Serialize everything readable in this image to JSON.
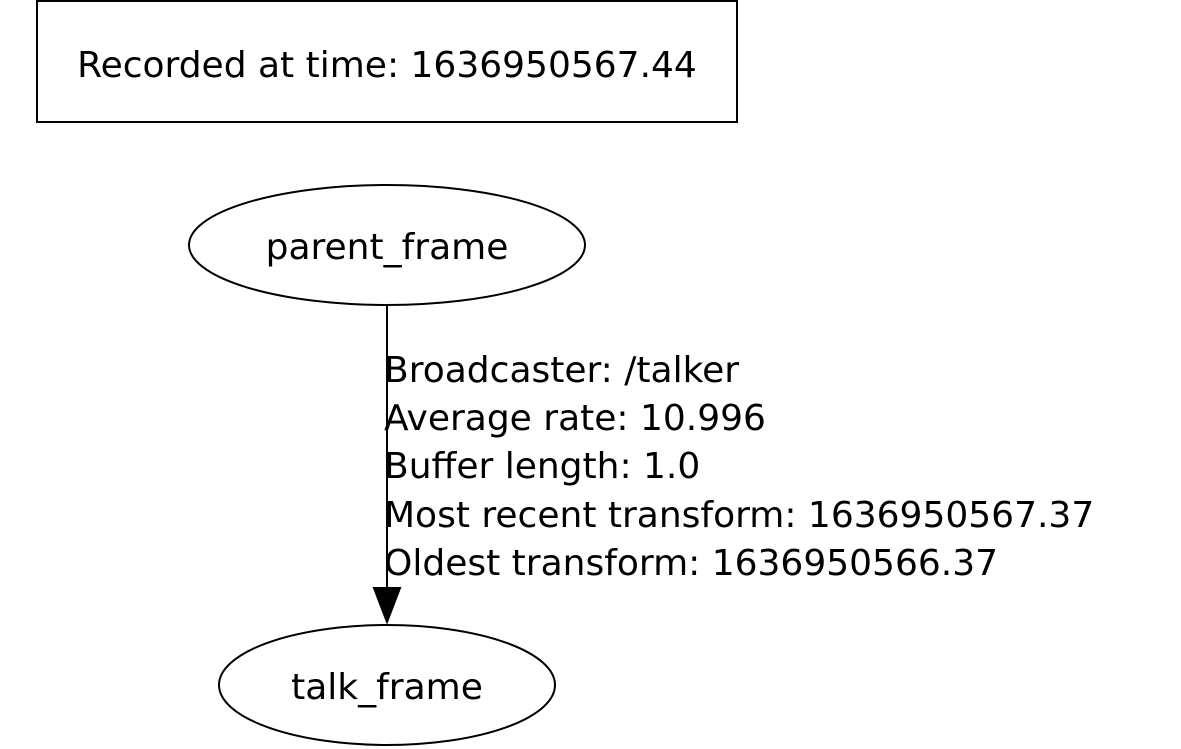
{
  "recorded": {
    "label": "Recorded at time: 1636950567.44"
  },
  "nodes": {
    "parent": {
      "label": "parent_frame"
    },
    "child": {
      "label": "talk_frame"
    }
  },
  "edge": {
    "broadcaster": "Broadcaster: /talker",
    "average_rate": "Average rate: 10.996",
    "buffer_length": "Buffer length: 1.0",
    "most_recent_transform": "Most recent transform: 1636950567.37",
    "oldest_transform": "Oldest transform: 1636950566.37"
  },
  "colors": {
    "stroke": "#000000",
    "background": "#ffffff"
  }
}
